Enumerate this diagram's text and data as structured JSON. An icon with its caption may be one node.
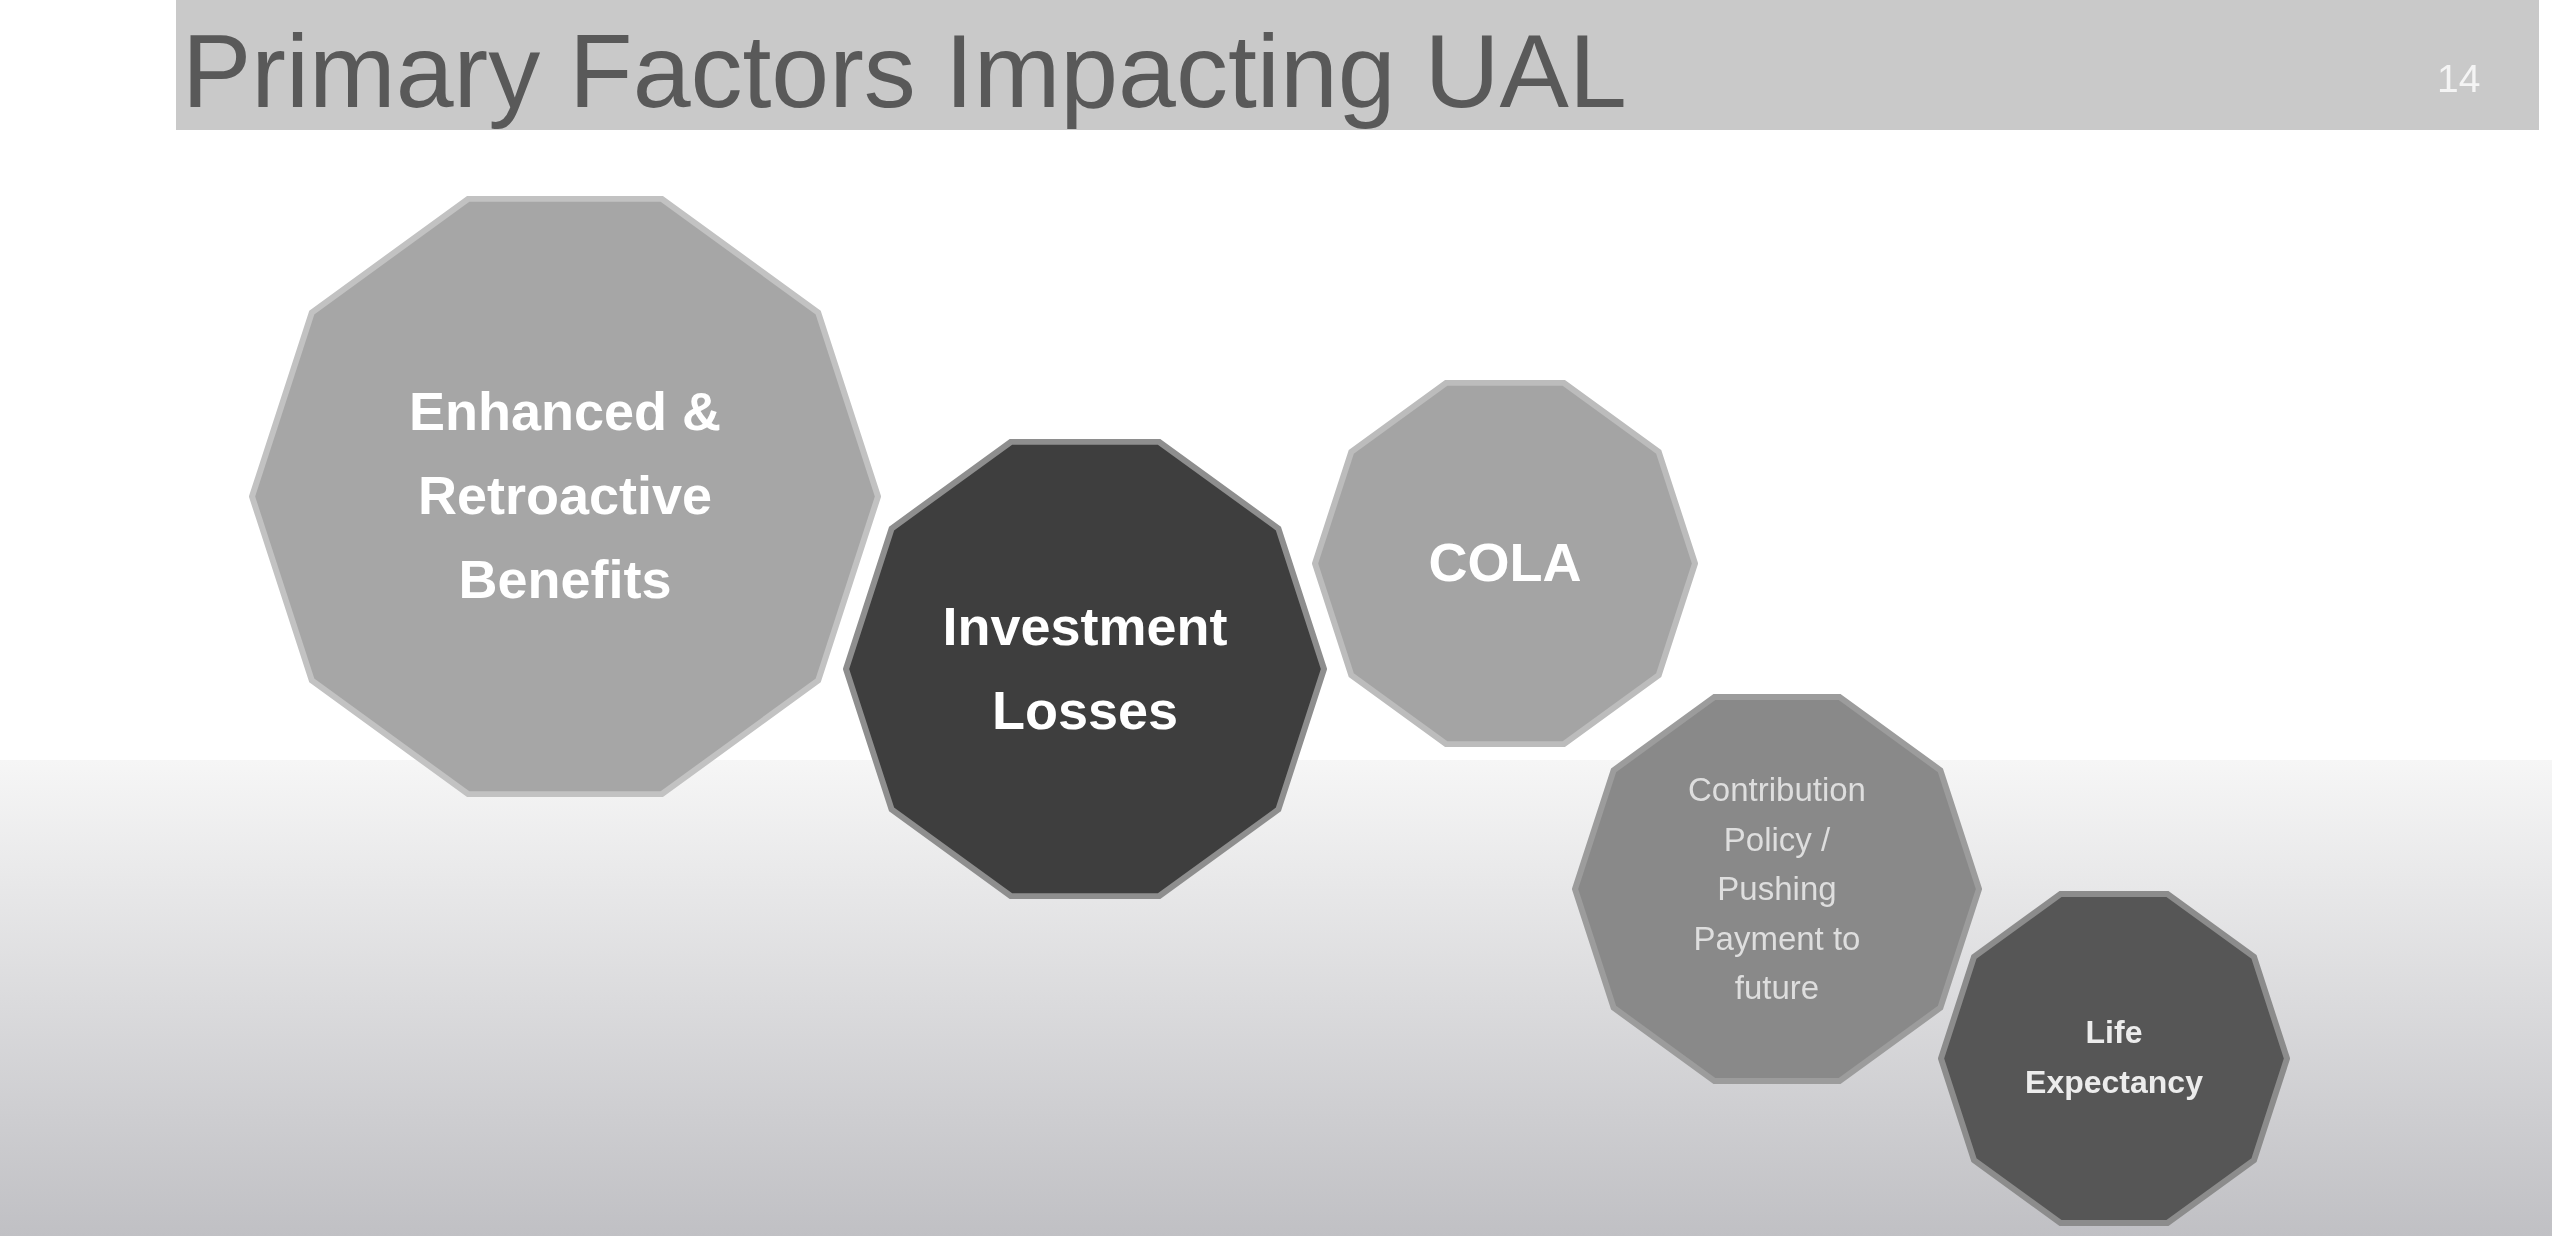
{
  "diagram": {
    "title": "Primary Factors Impacting UAL",
    "nodes": [
      {
        "text": [
          "Enhanced & Retroactive Benefits"
        ]
      },
      {
        "text": [
          "Investment Losses"
        ]
      },
      {
        "text": [
          "COLA"
        ]
      },
      {
        "text": [
          "Contribution Policy / Pushing Payment to future"
        ]
      },
      {
        "text": [
          "Life Expectancy"
        ]
      }
    ],
    "labels": [
      "14"
    ]
  }
}
